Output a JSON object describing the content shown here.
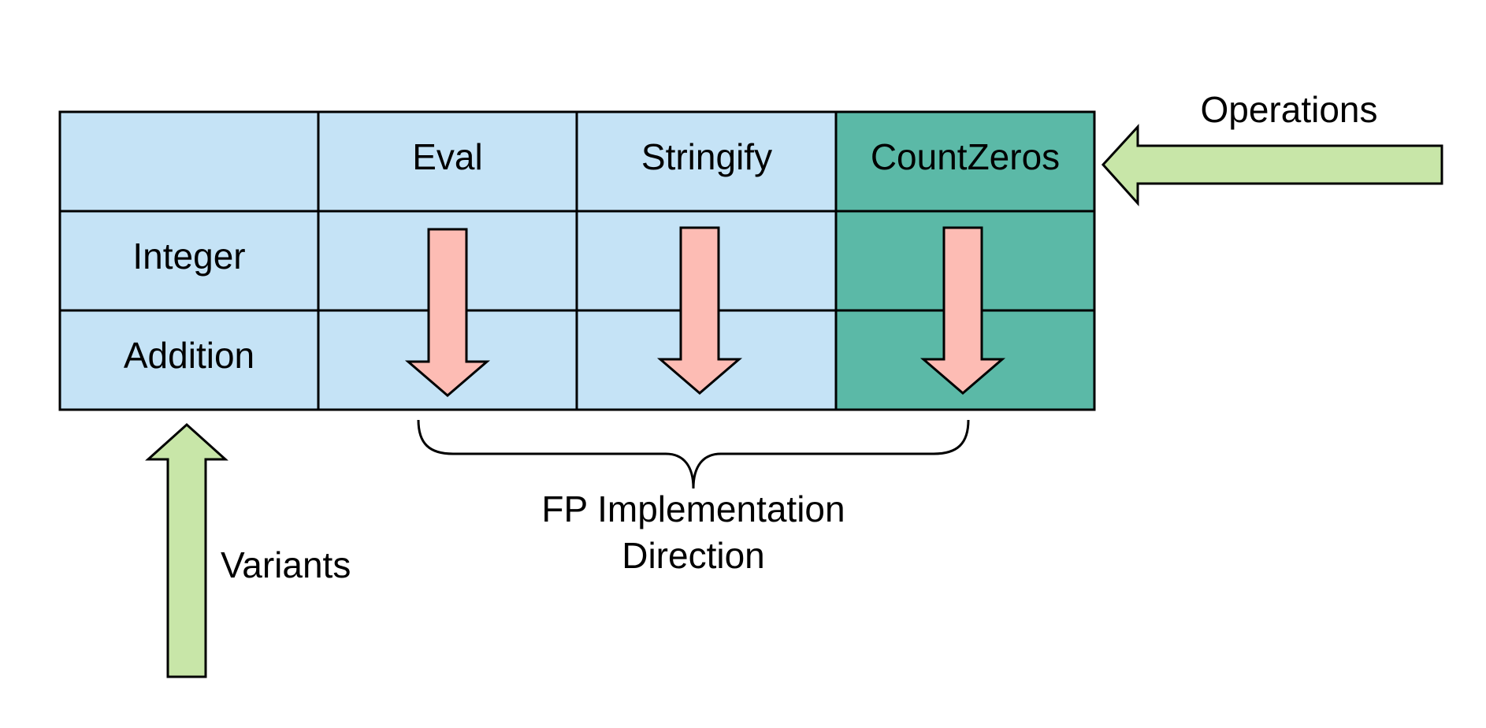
{
  "operations_label": "Operations",
  "variants_label": "Variants",
  "brace_label": {
    "line1": "FP Implementation",
    "line2": "Direction"
  },
  "columns": [
    "",
    "Eval",
    "Stringify",
    "CountZeros"
  ],
  "rows": [
    "Integer",
    "Addition"
  ],
  "colors": {
    "cell_fill": "#c5e3f6",
    "highlight_fill": "#5bb9a7",
    "down_arrow_fill": "#fdbcb4",
    "green_arrow_fill": "#c8e6a8",
    "stroke": "#000000"
  }
}
